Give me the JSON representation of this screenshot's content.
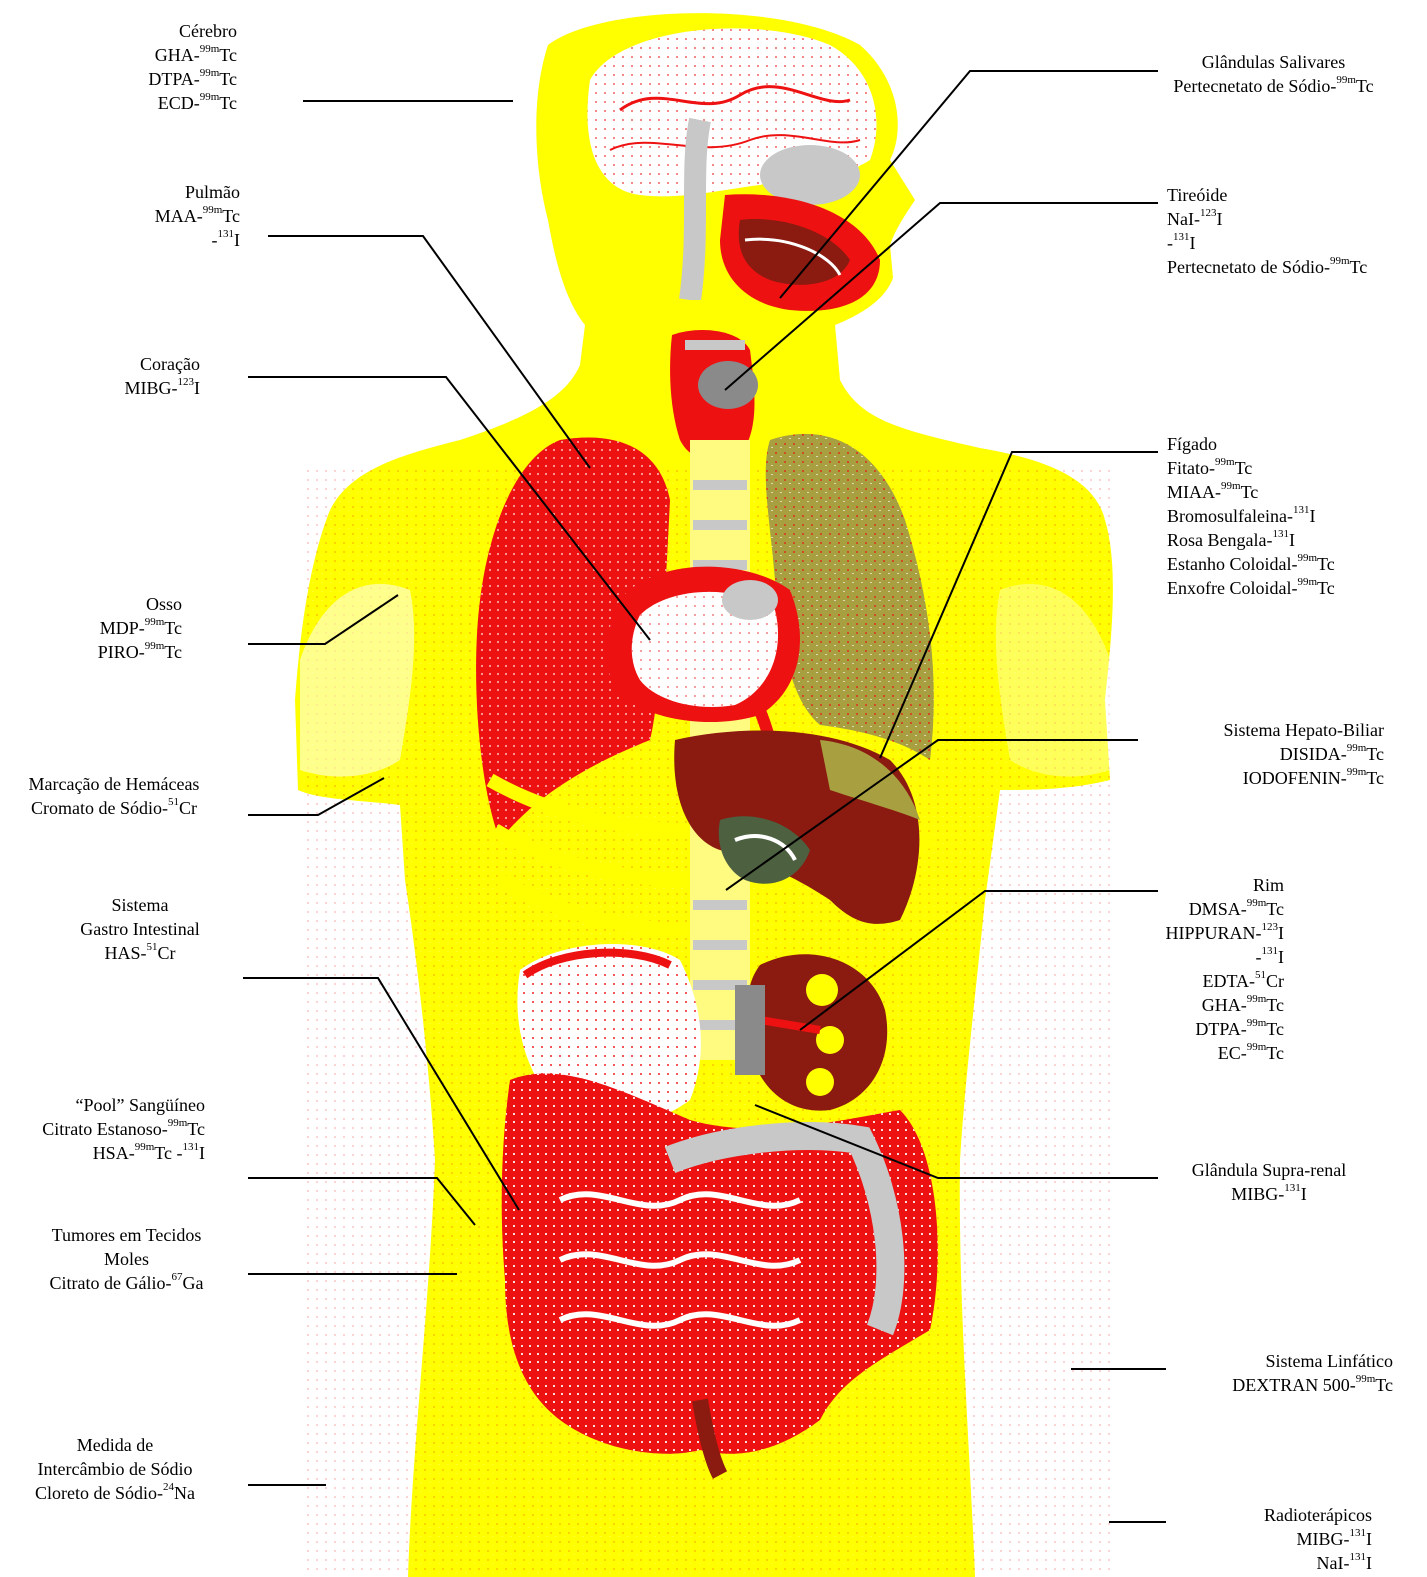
{
  "colors": {
    "body": "#ffff00",
    "organ_red": "#ee1111",
    "organ_dark": "#8b1a10",
    "organ_olive": "#a8a040",
    "bone_grey": "#c8c8c8",
    "white": "#ffffff",
    "leader_line": "#000000"
  },
  "labels": [
    {
      "id": "cerebro",
      "lines": [
        [
          "Cérebro"
        ],
        [
          "GHA-",
          {
            "sup": "99m"
          },
          "Tc"
        ],
        [
          "DTPA-",
          {
            "sup": "99m"
          },
          "Tc"
        ],
        [
          "ECD-",
          {
            "sup": "99m"
          },
          "Tc"
        ]
      ]
    },
    {
      "id": "glandulas-salivares",
      "lines": [
        [
          "Glândulas Salivares"
        ],
        [
          "Pertecnetato de Sódio-",
          {
            "sup": "99m"
          },
          "Tc"
        ]
      ]
    },
    {
      "id": "pulmao",
      "lines": [
        [
          "Pulmão"
        ],
        [
          "MAA-",
          {
            "sup": "99m"
          },
          "Tc"
        ],
        [
          "-",
          {
            "sup": "131"
          },
          "I"
        ]
      ]
    },
    {
      "id": "tireoide",
      "lines": [
        [
          "Tireóide"
        ],
        [
          "NaI-",
          {
            "sup": "123"
          },
          "I"
        ],
        [
          "-",
          {
            "sup": "131"
          },
          "I"
        ],
        [
          "Pertecnetato de Sódio-",
          {
            "sup": "99m"
          },
          "Tc"
        ]
      ]
    },
    {
      "id": "coracao",
      "lines": [
        [
          "Coração"
        ],
        [
          "MIBG-",
          {
            "sup": "123"
          },
          "I"
        ]
      ]
    },
    {
      "id": "figado",
      "lines": [
        [
          "Fígado"
        ],
        [
          "Fitato-",
          {
            "sup": "99m"
          },
          "Tc"
        ],
        [
          "MIAA-",
          {
            "sup": "99m"
          },
          "Tc"
        ],
        [
          "Bromosulfaleina-",
          {
            "sup": "131"
          },
          "I"
        ],
        [
          "Rosa Bengala-",
          {
            "sup": "131"
          },
          "I"
        ],
        [
          "Estanho Coloidal-",
          {
            "sup": "99m"
          },
          "Tc"
        ],
        [
          "Enxofre Coloidal-",
          {
            "sup": "99m"
          },
          "Tc"
        ]
      ]
    },
    {
      "id": "osso",
      "lines": [
        [
          "Osso"
        ],
        [
          "MDP-",
          {
            "sup": "99m"
          },
          "Tc"
        ],
        [
          "PIRO-",
          {
            "sup": "99m"
          },
          "Tc"
        ]
      ]
    },
    {
      "id": "hepato-biliar",
      "lines": [
        [
          "Sistema Hepato-Biliar"
        ],
        [
          "DISIDA-",
          {
            "sup": "99m"
          },
          "Tc"
        ],
        [
          "IODOFENIN-",
          {
            "sup": "99m"
          },
          "Tc"
        ]
      ]
    },
    {
      "id": "hemaceas",
      "lines": [
        [
          "Marcação de Hemáceas"
        ],
        [
          "Cromato de Sódio-",
          {
            "sup": "51"
          },
          "Cr"
        ]
      ]
    },
    {
      "id": "gastro",
      "lines": [
        [
          "Sistema"
        ],
        [
          "Gastro Intestinal"
        ],
        [
          "HAS-",
          {
            "sup": "51"
          },
          "Cr"
        ]
      ]
    },
    {
      "id": "rim",
      "lines": [
        [
          "Rim"
        ],
        [
          "DMSA-",
          {
            "sup": "99m"
          },
          "Tc"
        ],
        [
          "HIPPURAN-",
          {
            "sup": "123"
          },
          "I"
        ],
        [
          "-",
          {
            "sup": "131"
          },
          "I"
        ],
        [
          "EDTA-",
          {
            "sup": "51"
          },
          "Cr"
        ],
        [
          "GHA-",
          {
            "sup": "99m"
          },
          "Tc"
        ],
        [
          "DTPA-",
          {
            "sup": "99m"
          },
          "Tc"
        ],
        [
          "EC-",
          {
            "sup": "99m"
          },
          "Tc"
        ]
      ]
    },
    {
      "id": "pool",
      "lines": [
        [
          "“Pool” Sangüíneo"
        ],
        [
          "Citrato Estanoso-",
          {
            "sup": "99m"
          },
          "Tc"
        ],
        [
          "HSA-",
          {
            "sup": "99m"
          },
          "Tc   -",
          {
            "sup": "131"
          },
          "I"
        ]
      ]
    },
    {
      "id": "supra-renal",
      "lines": [
        [
          "Glândula Supra-renal"
        ],
        [
          "MIBG-",
          {
            "sup": "131"
          },
          "I"
        ]
      ]
    },
    {
      "id": "tumores",
      "lines": [
        [
          "Tumores em Tecidos"
        ],
        [
          "Moles"
        ],
        [
          "Citrato de Gálio-",
          {
            "sup": "67"
          },
          "Ga"
        ]
      ]
    },
    {
      "id": "linfatico",
      "lines": [
        [
          "Sistema Linfático"
        ],
        [
          "DEXTRAN 500-",
          {
            "sup": "99m"
          },
          "Tc"
        ]
      ]
    },
    {
      "id": "sodio",
      "lines": [
        [
          "Medida de"
        ],
        [
          "Intercâmbio de Sódio"
        ],
        [
          "Cloreto de Sódio-",
          {
            "sup": "24"
          },
          "Na"
        ]
      ]
    },
    {
      "id": "radioterapicos",
      "lines": [
        [
          "Radioterápicos"
        ],
        [
          "MIBG-",
          {
            "sup": "131"
          },
          "I"
        ],
        [
          "NaI-",
          {
            "sup": "131"
          },
          "I"
        ]
      ]
    }
  ]
}
